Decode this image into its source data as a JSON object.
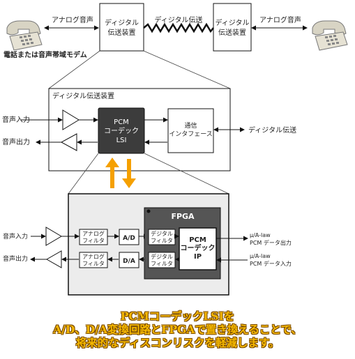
{
  "top": {
    "analog_left": "アナログ音声",
    "digital_tx": "ディジタル伝送",
    "analog_right": "アナログ音声",
    "device_left": [
      "ディジタル",
      "伝送装置"
    ],
    "device_right": [
      "ディジタル",
      "伝送装置"
    ],
    "phone_caption": "電話または音声帯域モデム"
  },
  "middle": {
    "title": "ディジタル伝送装置",
    "in": "音声入力",
    "out": "音声出力",
    "lsi": [
      "PCM",
      "コーデック",
      "LSI"
    ],
    "comm": [
      "通信",
      "インタフェース"
    ],
    "digital": "ディジタル伝送"
  },
  "bottom": {
    "in": "音声入力",
    "out": "音声出力",
    "filter_top": [
      "アナログ",
      "フィルタ"
    ],
    "filter_bot": [
      "アナログ",
      "フィルタ"
    ],
    "ad": "A/D",
    "da": "D/A",
    "fpga": "FPGA",
    "dfilter_top": [
      "デジタル",
      "フィルタ"
    ],
    "dfilter_bot": [
      "デジタル",
      "フィルタ"
    ],
    "ip": [
      "PCM",
      "コーデック",
      "IP"
    ],
    "out_data": [
      "μ/A-law",
      "PCM データ出力"
    ],
    "in_data": [
      "μ/A-law",
      "PCM データ入力"
    ]
  },
  "caption": [
    "PCMコーデックLSIを",
    "A/D、D/A変換回路とFPGAで置き換えることで、",
    "将来的なディスコンリスクを軽減します。"
  ]
}
